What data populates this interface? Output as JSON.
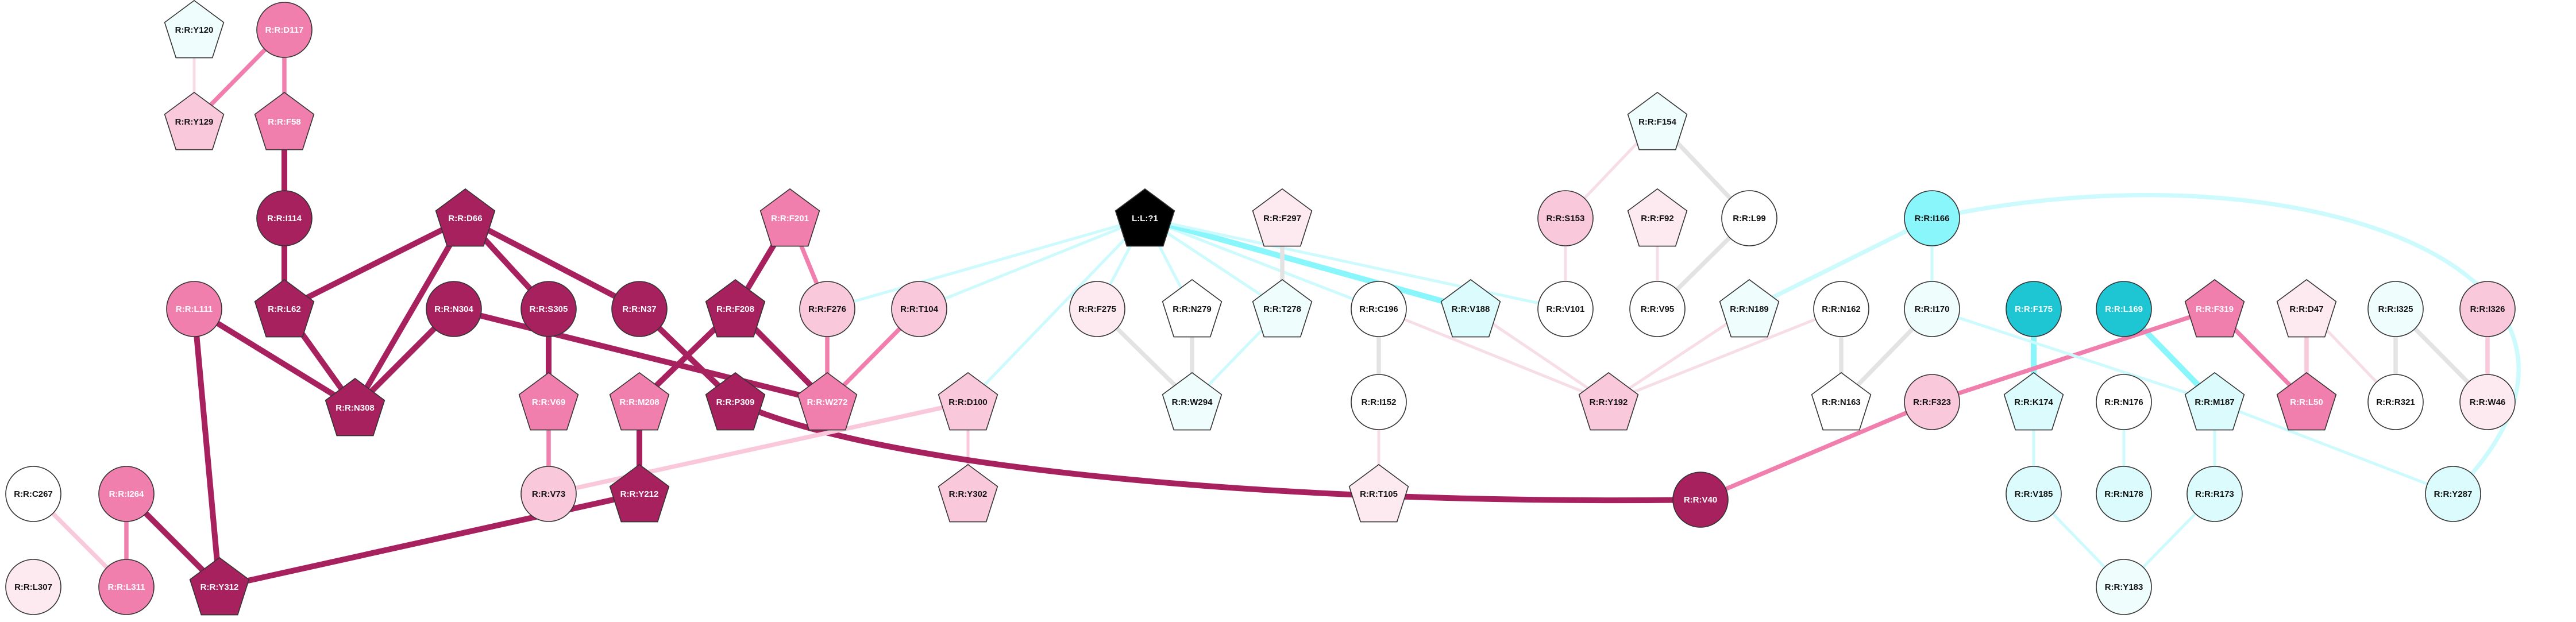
{
  "colors": {
    "dark": "#a6215e",
    "mid": "#f07fae",
    "light": "#f9c8da",
    "faint": "#fdeaf1",
    "white": "#ffffff",
    "cyan_strong": "#1ec6d4",
    "cyan_mid": "#88f6fb",
    "cyan_light": "#dcfbfc",
    "cyan_faint": "#effdfd",
    "black": "#000000",
    "grey": "#e3e3e3",
    "cyan_edge": "#cdfbfd",
    "pink_edge": "#f7dde7"
  },
  "nodes": [
    {
      "id": "Y120",
      "label": "R:R:Y120",
      "shape": "pentagon",
      "fill": "cyan_faint"
    },
    {
      "id": "D117",
      "label": "R:R:D117",
      "shape": "circle",
      "fill": "mid"
    },
    {
      "id": "Y129",
      "label": "R:R:Y129",
      "shape": "pentagon",
      "fill": "light"
    },
    {
      "id": "F58",
      "label": "R:R:F58",
      "shape": "pentagon",
      "fill": "mid"
    },
    {
      "id": "I114",
      "label": "R:R:I114",
      "shape": "circle",
      "fill": "dark"
    },
    {
      "id": "D66",
      "label": "R:R:D66",
      "shape": "pentagon",
      "fill": "dark"
    },
    {
      "id": "L62",
      "label": "R:R:L62",
      "shape": "pentagon",
      "fill": "dark"
    },
    {
      "id": "L111",
      "label": "R:R:L111",
      "shape": "circle",
      "fill": "mid"
    },
    {
      "id": "N308",
      "label": "R:R:N308",
      "shape": "pentagon",
      "fill": "dark"
    },
    {
      "id": "N304",
      "label": "R:R:N304",
      "shape": "circle",
      "fill": "dark"
    },
    {
      "id": "S305",
      "label": "R:R:S305",
      "shape": "circle",
      "fill": "dark"
    },
    {
      "id": "N37",
      "label": "R:R:N37",
      "shape": "circle",
      "fill": "dark"
    },
    {
      "id": "F201",
      "label": "R:R:F201",
      "shape": "pentagon",
      "fill": "mid"
    },
    {
      "id": "F208",
      "label": "R:R:F208",
      "shape": "pentagon",
      "fill": "dark"
    },
    {
      "id": "F276",
      "label": "R:R:F276",
      "shape": "circle",
      "fill": "light"
    },
    {
      "id": "T104",
      "label": "R:R:T104",
      "shape": "circle",
      "fill": "light"
    },
    {
      "id": "V69",
      "label": "R:R:V69",
      "shape": "pentagon",
      "fill": "mid"
    },
    {
      "id": "M208",
      "label": "R:R:M208",
      "shape": "pentagon",
      "fill": "mid"
    },
    {
      "id": "P309",
      "label": "R:R:P309",
      "shape": "pentagon",
      "fill": "dark"
    },
    {
      "id": "W272",
      "label": "R:R:W272",
      "shape": "pentagon",
      "fill": "mid"
    },
    {
      "id": "V73",
      "label": "R:R:V73",
      "shape": "circle",
      "fill": "light"
    },
    {
      "id": "Y212",
      "label": "R:R:Y212",
      "shape": "pentagon",
      "fill": "dark"
    },
    {
      "id": "C267",
      "label": "R:R:C267",
      "shape": "circle",
      "fill": "white"
    },
    {
      "id": "I264",
      "label": "R:R:I264",
      "shape": "circle",
      "fill": "mid"
    },
    {
      "id": "L307",
      "label": "R:R:L307",
      "shape": "circle",
      "fill": "faint"
    },
    {
      "id": "L311",
      "label": "R:R:L311",
      "shape": "circle",
      "fill": "mid"
    },
    {
      "id": "Y312",
      "label": "R:R:Y312",
      "shape": "pentagon",
      "fill": "dark"
    },
    {
      "id": "L1",
      "label": "L:L:?1",
      "shape": "pentagon",
      "fill": "black"
    },
    {
      "id": "F297",
      "label": "R:R:F297",
      "shape": "pentagon",
      "fill": "faint"
    },
    {
      "id": "F275",
      "label": "R:R:F275",
      "shape": "circle",
      "fill": "faint"
    },
    {
      "id": "N279",
      "label": "R:R:N279",
      "shape": "pentagon",
      "fill": "white"
    },
    {
      "id": "T278",
      "label": "R:R:T278",
      "shape": "pentagon",
      "fill": "cyan_faint"
    },
    {
      "id": "C196",
      "label": "R:R:C196",
      "shape": "circle",
      "fill": "white"
    },
    {
      "id": "V188",
      "label": "R:R:V188",
      "shape": "pentagon",
      "fill": "cyan_light"
    },
    {
      "id": "V101",
      "label": "R:R:V101",
      "shape": "circle",
      "fill": "white"
    },
    {
      "id": "D100",
      "label": "R:R:D100",
      "shape": "pentagon",
      "fill": "light"
    },
    {
      "id": "W294",
      "label": "R:R:W294",
      "shape": "pentagon",
      "fill": "cyan_faint"
    },
    {
      "id": "I152",
      "label": "R:R:I152",
      "shape": "circle",
      "fill": "white"
    },
    {
      "id": "Y302",
      "label": "R:R:Y302",
      "shape": "pentagon",
      "fill": "light"
    },
    {
      "id": "T105",
      "label": "R:R:T105",
      "shape": "pentagon",
      "fill": "faint"
    },
    {
      "id": "F154",
      "label": "R:R:F154",
      "shape": "pentagon",
      "fill": "cyan_faint"
    },
    {
      "id": "S153",
      "label": "R:R:S153",
      "shape": "circle",
      "fill": "light"
    },
    {
      "id": "F92",
      "label": "R:R:F92",
      "shape": "pentagon",
      "fill": "faint"
    },
    {
      "id": "L99",
      "label": "R:R:L99",
      "shape": "circle",
      "fill": "white"
    },
    {
      "id": "V95",
      "label": "R:R:V95",
      "shape": "circle",
      "fill": "white"
    },
    {
      "id": "I166",
      "label": "R:R:I166",
      "shape": "circle",
      "fill": "cyan_mid"
    },
    {
      "id": "N189",
      "label": "R:R:N189",
      "shape": "pentagon",
      "fill": "cyan_faint"
    },
    {
      "id": "N162",
      "label": "R:R:N162",
      "shape": "circle",
      "fill": "white"
    },
    {
      "id": "I170",
      "label": "R:R:I170",
      "shape": "circle",
      "fill": "cyan_faint"
    },
    {
      "id": "Y192",
      "label": "R:R:Y192",
      "shape": "pentagon",
      "fill": "light"
    },
    {
      "id": "N163",
      "label": "R:R:N163",
      "shape": "pentagon",
      "fill": "white"
    },
    {
      "id": "F175",
      "label": "R:R:F175",
      "shape": "circle",
      "fill": "cyan_strong"
    },
    {
      "id": "L169",
      "label": "R:R:L169",
      "shape": "circle",
      "fill": "cyan_strong"
    },
    {
      "id": "F319",
      "label": "R:R:F319",
      "shape": "pentagon",
      "fill": "mid"
    },
    {
      "id": "D47",
      "label": "R:R:D47",
      "shape": "pentagon",
      "fill": "faint"
    },
    {
      "id": "I325",
      "label": "R:R:I325",
      "shape": "circle",
      "fill": "cyan_faint"
    },
    {
      "id": "I326",
      "label": "R:R:I326",
      "shape": "circle",
      "fill": "light"
    },
    {
      "id": "F323",
      "label": "R:R:F323",
      "shape": "circle",
      "fill": "light"
    },
    {
      "id": "K174",
      "label": "R:R:K174",
      "shape": "pentagon",
      "fill": "cyan_light"
    },
    {
      "id": "N176",
      "label": "R:R:N176",
      "shape": "circle",
      "fill": "white"
    },
    {
      "id": "M187",
      "label": "R:R:M187",
      "shape": "pentagon",
      "fill": "cyan_light"
    },
    {
      "id": "L50",
      "label": "R:R:L50",
      "shape": "pentagon",
      "fill": "mid"
    },
    {
      "id": "R321",
      "label": "R:R:R321",
      "shape": "circle",
      "fill": "white"
    },
    {
      "id": "W46",
      "label": "R:R:W46",
      "shape": "circle",
      "fill": "faint"
    },
    {
      "id": "V40",
      "label": "R:R:V40",
      "shape": "circle",
      "fill": "dark"
    },
    {
      "id": "V185",
      "label": "R:R:V185",
      "shape": "circle",
      "fill": "cyan_light"
    },
    {
      "id": "N178",
      "label": "R:R:N178",
      "shape": "circle",
      "fill": "cyan_light"
    },
    {
      "id": "R173",
      "label": "R:R:R173",
      "shape": "circle",
      "fill": "cyan_light"
    },
    {
      "id": "Y287",
      "label": "R:R:Y287",
      "shape": "circle",
      "fill": "cyan_light"
    },
    {
      "id": "Y183",
      "label": "R:R:Y183",
      "shape": "circle",
      "fill": "cyan_faint"
    }
  ],
  "edges": [
    {
      "a": "Y120",
      "b": "Y129",
      "color": "pink_edge",
      "weight": 2
    },
    {
      "a": "D117",
      "b": "Y129",
      "color": "mid",
      "weight": 3
    },
    {
      "a": "D117",
      "b": "F58",
      "color": "mid",
      "weight": 3
    },
    {
      "a": "F58",
      "b": "I114",
      "color": "dark",
      "weight": 4
    },
    {
      "a": "I114",
      "b": "L62",
      "color": "dark",
      "weight": 4
    },
    {
      "a": "D66",
      "b": "L62",
      "color": "dark",
      "weight": 4
    },
    {
      "a": "D66",
      "b": "N308",
      "color": "dark",
      "weight": 4
    },
    {
      "a": "D66",
      "b": "S305",
      "color": "dark",
      "weight": 4
    },
    {
      "a": "D66",
      "b": "N37",
      "color": "dark",
      "weight": 4
    },
    {
      "a": "L62",
      "b": "N308",
      "color": "dark",
      "weight": 4
    },
    {
      "a": "L111",
      "b": "N308",
      "color": "dark",
      "weight": 4
    },
    {
      "a": "L111",
      "b": "Y312",
      "color": "dark",
      "weight": 4
    },
    {
      "a": "N304",
      "b": "N308",
      "color": "dark",
      "weight": 4
    },
    {
      "a": "N304",
      "b": "W272",
      "color": "dark",
      "weight": 4
    },
    {
      "a": "S305",
      "b": "V69",
      "color": "dark",
      "weight": 4
    },
    {
      "a": "N37",
      "b": "P309",
      "color": "dark",
      "weight": 4
    },
    {
      "a": "F201",
      "b": "F208",
      "color": "dark",
      "weight": 4
    },
    {
      "a": "F201",
      "b": "F276",
      "color": "mid",
      "weight": 3
    },
    {
      "a": "F208",
      "b": "M208",
      "color": "dark",
      "weight": 4
    },
    {
      "a": "F208",
      "b": "W272",
      "color": "dark",
      "weight": 4
    },
    {
      "a": "F276",
      "b": "W272",
      "color": "mid",
      "weight": 3
    },
    {
      "a": "T104",
      "b": "W272",
      "color": "mid",
      "weight": 3
    },
    {
      "a": "V69",
      "b": "V73",
      "color": "mid",
      "weight": 3
    },
    {
      "a": "M208",
      "b": "Y212",
      "color": "dark",
      "weight": 4
    },
    {
      "a": "Y212",
      "b": "Y312",
      "color": "dark",
      "weight": 4
    },
    {
      "a": "I264",
      "b": "L311",
      "color": "mid",
      "weight": 3
    },
    {
      "a": "I264",
      "b": "Y312",
      "color": "dark",
      "weight": 4
    },
    {
      "a": "C267",
      "b": "L311",
      "color": "light",
      "weight": 3
    },
    {
      "a": "V73",
      "b": "D100",
      "color": "light",
      "weight": 3
    },
    {
      "a": "D100",
      "b": "Y302",
      "color": "light",
      "weight": 2
    },
    {
      "a": "L1",
      "b": "F276",
      "color": "cyan_edge",
      "weight": 2
    },
    {
      "a": "L1",
      "b": "T104",
      "color": "cyan_edge",
      "weight": 2
    },
    {
      "a": "L1",
      "b": "F275",
      "color": "cyan_edge",
      "weight": 2
    },
    {
      "a": "L1",
      "b": "N279",
      "color": "cyan_edge",
      "weight": 2
    },
    {
      "a": "L1",
      "b": "T278",
      "color": "cyan_edge",
      "weight": 2
    },
    {
      "a": "L1",
      "b": "C196",
      "color": "cyan_edge",
      "weight": 2
    },
    {
      "a": "L1",
      "b": "V188",
      "color": "cyan_mid",
      "weight": 4
    },
    {
      "a": "L1",
      "b": "V101",
      "color": "cyan_edge",
      "weight": 2
    },
    {
      "a": "L1",
      "b": "D100",
      "color": "cyan_edge",
      "weight": 2
    },
    {
      "a": "F297",
      "b": "T278",
      "color": "grey",
      "weight": 3
    },
    {
      "a": "F275",
      "b": "W294",
      "color": "grey",
      "weight": 3
    },
    {
      "a": "N279",
      "b": "W294",
      "color": "grey",
      "weight": 3
    },
    {
      "a": "T278",
      "b": "W294",
      "color": "cyan_edge",
      "weight": 2
    },
    {
      "a": "C196",
      "b": "I152",
      "color": "grey",
      "weight": 3
    },
    {
      "a": "I152",
      "b": "T105",
      "color": "pink_edge",
      "weight": 2
    },
    {
      "a": "C196",
      "b": "Y192",
      "color": "pink_edge",
      "weight": 2
    },
    {
      "a": "V188",
      "b": "Y192",
      "color": "pink_edge",
      "weight": 2
    },
    {
      "a": "N189",
      "b": "Y192",
      "color": "pink_edge",
      "weight": 2
    },
    {
      "a": "N162",
      "b": "Y192",
      "color": "pink_edge",
      "weight": 2
    },
    {
      "a": "F154",
      "b": "S153",
      "color": "pink_edge",
      "weight": 2
    },
    {
      "a": "F154",
      "b": "L99",
      "color": "grey",
      "weight": 3
    },
    {
      "a": "S153",
      "b": "V101",
      "color": "pink_edge",
      "weight": 2
    },
    {
      "a": "F92",
      "b": "V95",
      "color": "pink_edge",
      "weight": 2
    },
    {
      "a": "L99",
      "b": "V95",
      "color": "grey",
      "weight": 3
    },
    {
      "a": "I166",
      "b": "N189",
      "color": "cyan_edge",
      "weight": 3
    },
    {
      "a": "I166",
      "b": "I170",
      "color": "cyan_edge",
      "weight": 2
    },
    {
      "a": "I170",
      "b": "N163",
      "color": "grey",
      "weight": 3
    },
    {
      "a": "N162",
      "b": "N163",
      "color": "grey",
      "weight": 3
    },
    {
      "a": "F175",
      "b": "K174",
      "color": "cyan_mid",
      "weight": 4
    },
    {
      "a": "L169",
      "b": "M187",
      "color": "cyan_mid",
      "weight": 4
    },
    {
      "a": "F319",
      "b": "F323",
      "color": "mid",
      "weight": 3
    },
    {
      "a": "F319",
      "b": "L50",
      "color": "mid",
      "weight": 3
    },
    {
      "a": "D47",
      "b": "L50",
      "color": "light",
      "weight": 3
    },
    {
      "a": "I325",
      "b": "R321",
      "color": "grey",
      "weight": 3
    },
    {
      "a": "I325",
      "b": "W46",
      "color": "grey",
      "weight": 3
    },
    {
      "a": "I326",
      "b": "W46",
      "color": "light",
      "weight": 3
    },
    {
      "a": "K174",
      "b": "V185",
      "color": "cyan_edge",
      "weight": 2
    },
    {
      "a": "N176",
      "b": "N178",
      "color": "cyan_edge",
      "weight": 2
    },
    {
      "a": "M187",
      "b": "R173",
      "color": "cyan_edge",
      "weight": 2
    },
    {
      "a": "M187",
      "b": "Y287",
      "color": "cyan_edge",
      "weight": 2
    },
    {
      "a": "R173",
      "b": "Y183",
      "color": "cyan_edge",
      "weight": 2
    },
    {
      "a": "V185",
      "b": "Y183",
      "color": "cyan_edge",
      "weight": 2
    },
    {
      "a": "I170",
      "b": "M187",
      "color": "cyan_edge",
      "weight": 2
    },
    {
      "a": "D47",
      "b": "R321",
      "color": "pink_edge",
      "weight": 2
    },
    {
      "a": "I166",
      "b": "Y287",
      "color": "cyan_edge",
      "weight": 3,
      "curve": "ne"
    },
    {
      "a": "P309",
      "b": "V40",
      "color": "dark",
      "weight": 4,
      "curve": "sag"
    },
    {
      "a": "F323",
      "b": "V40",
      "color": "mid",
      "weight": 3
    },
    {
      "a": "V73",
      "b": "D100",
      "color": "light",
      "weight": 3
    }
  ]
}
